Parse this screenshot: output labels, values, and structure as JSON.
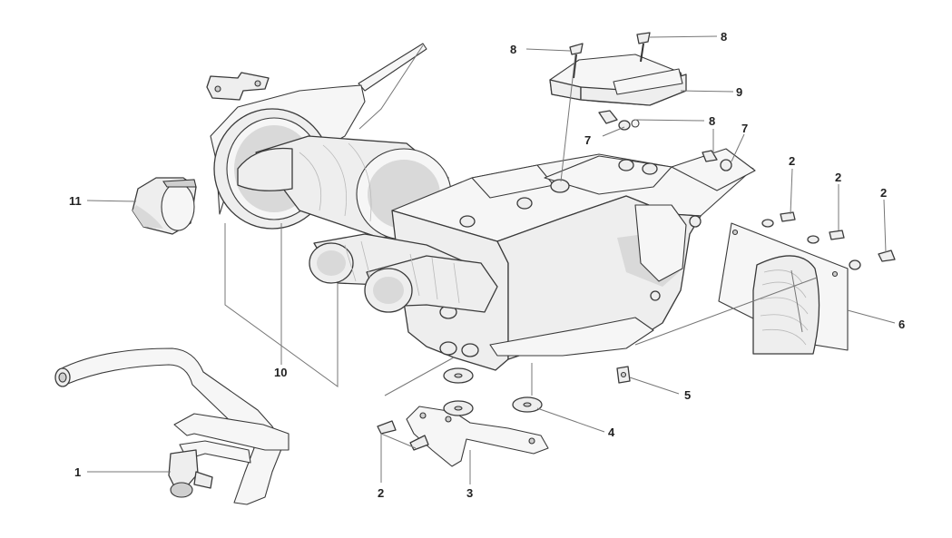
{
  "diagram": {
    "callouts": [
      {
        "id": "c1",
        "label": "1"
      },
      {
        "id": "c2a",
        "label": "2"
      },
      {
        "id": "c2b",
        "label": "2"
      },
      {
        "id": "c2c",
        "label": "2"
      },
      {
        "id": "c2d",
        "label": "2"
      },
      {
        "id": "c3",
        "label": "3"
      },
      {
        "id": "c4",
        "label": "4"
      },
      {
        "id": "c5",
        "label": "5"
      },
      {
        "id": "c6",
        "label": "6"
      },
      {
        "id": "c7a",
        "label": "7"
      },
      {
        "id": "c7b",
        "label": "7"
      },
      {
        "id": "c8a",
        "label": "8"
      },
      {
        "id": "c8b",
        "label": "8"
      },
      {
        "id": "c8c",
        "label": "8"
      },
      {
        "id": "c9",
        "label": "9"
      },
      {
        "id": "c10",
        "label": "10"
      },
      {
        "id": "c11",
        "label": "11"
      }
    ],
    "colors": {
      "line": "#3a3a3a",
      "fill": "#eeeeee",
      "shade": "#d9d9d9",
      "leader": "#777777"
    }
  }
}
